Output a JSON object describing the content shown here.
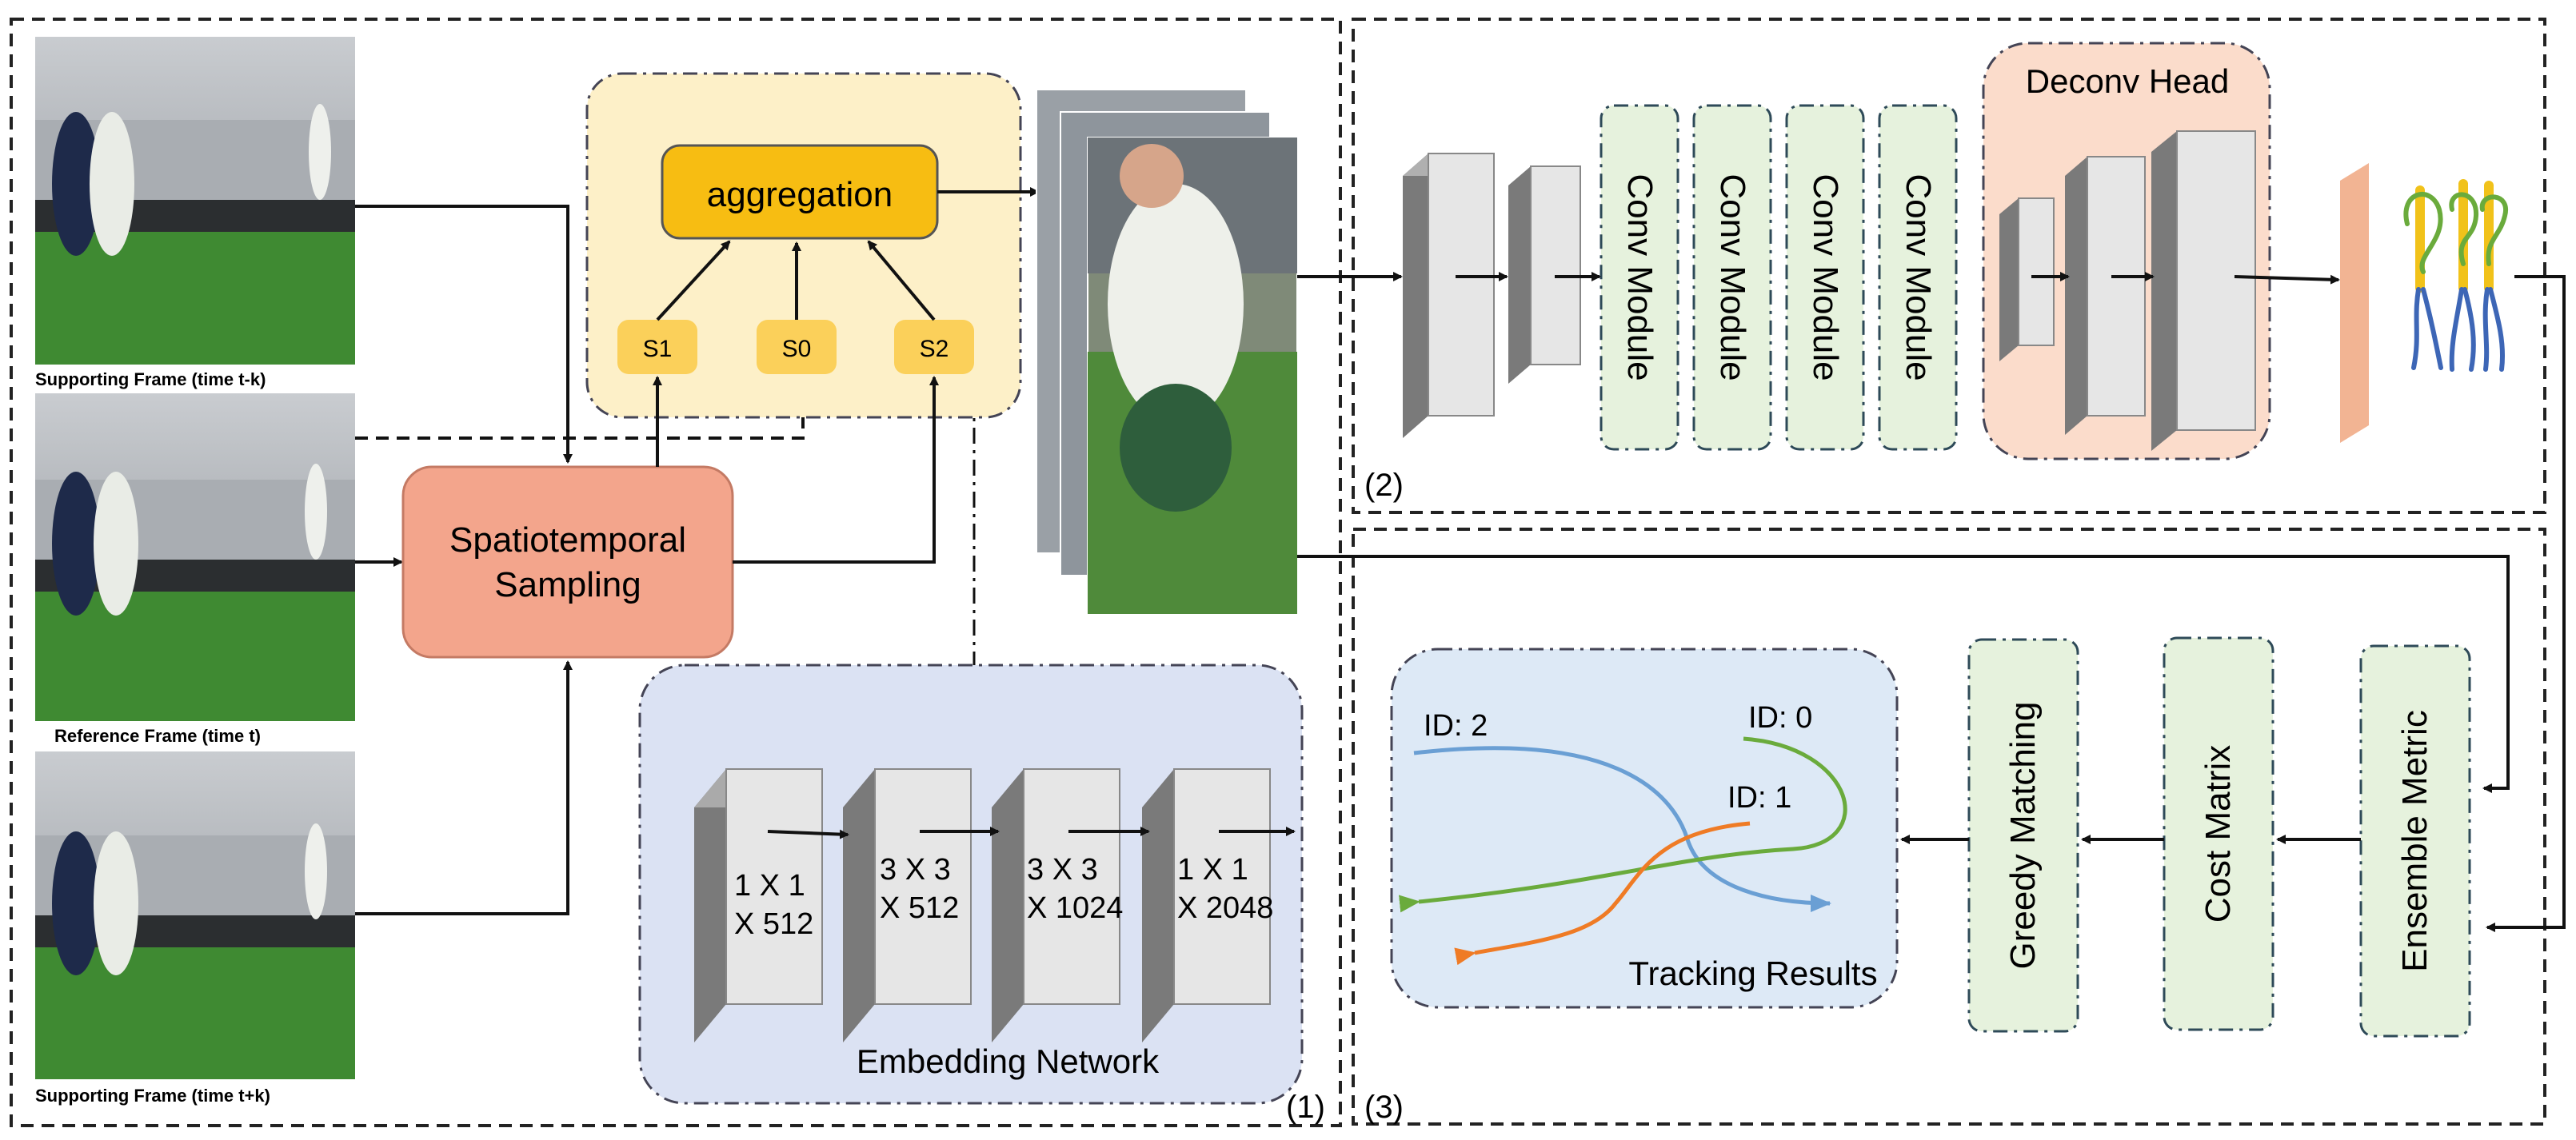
{
  "frames": {
    "top_caption": "Supporting Frame (time t-k)",
    "mid_caption": "Reference Frame (time t)",
    "bottom_caption": "Supporting Frame (time t+k)"
  },
  "sampling": {
    "label_line1": "Spatiotemporal",
    "label_line2": "Sampling"
  },
  "aggregation": {
    "label": "aggregation",
    "s1": "S1",
    "s0": "S0",
    "s2": "S2"
  },
  "embedding": {
    "title": "Embedding Network",
    "layers": [
      {
        "line1": "1 X 1",
        "line2": "X 512"
      },
      {
        "line1": "3 X 3",
        "line2": "X 512"
      },
      {
        "line1": "3 X 3",
        "line2": "X 1024"
      },
      {
        "line1": "1 X 1",
        "line2": "X 2048"
      }
    ]
  },
  "pose_branch": {
    "conv_modules": [
      "Conv Module",
      "Conv Module",
      "Conv Module",
      "Conv Module"
    ],
    "deconv_head": "Deconv Head"
  },
  "tracking_branch": {
    "ensemble_metric": "Ensemble Metric",
    "cost_matrix": "Cost  Matrix",
    "greedy_matching": "Greedy Matching",
    "tracking_results": "Tracking Results",
    "ids": [
      "ID: 2",
      "ID: 0",
      "ID: 1"
    ]
  },
  "parts": {
    "p1": "(1)",
    "p2": "(2)",
    "p3": "(3)"
  },
  "colors": {
    "sampling_fill": "#f3a58c",
    "aggregation_panel": "#fdf0c8",
    "aggregation_box": "#f7bd12",
    "s_box": "#fbd05a",
    "embedding_panel": "#dbe2f3",
    "conv_module_fill": "#e6f2dd",
    "deconv_panel": "#fbdccb",
    "tracking_panel": "#dde9f6",
    "track_blue": "#6a9fd4",
    "track_green": "#6aab3c",
    "track_orange": "#ef7b25"
  }
}
